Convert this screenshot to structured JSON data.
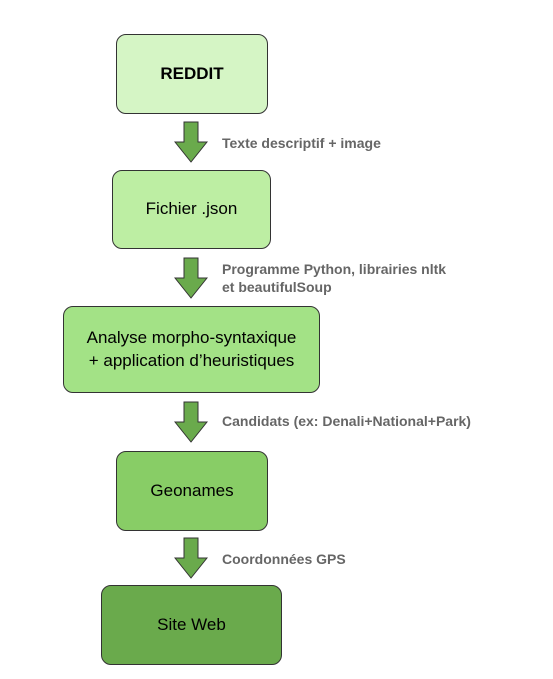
{
  "nodes": [
    {
      "id": "reddit",
      "label": "REDDIT",
      "fill": "#d5f5c5",
      "bold": true
    },
    {
      "id": "json",
      "label": "Fichier .json",
      "fill": "#bdeea3"
    },
    {
      "id": "analyse",
      "lines": [
        "Analyse morpho-syntaxique",
        "+ application d’heuristiques"
      ],
      "fill": "#a3e286"
    },
    {
      "id": "geonames",
      "label": "Geonames",
      "fill": "#88cd66"
    },
    {
      "id": "site",
      "label": "Site Web",
      "fill": "#6aaa4c"
    }
  ],
  "edges": [
    {
      "from": "reddit",
      "to": "json",
      "lines": [
        "Texte descriptif + image"
      ]
    },
    {
      "from": "json",
      "to": "analyse",
      "lines": [
        "Programme Python, librairies nltk",
        "et beautifulSoup"
      ]
    },
    {
      "from": "analyse",
      "to": "geonames",
      "lines": [
        "Candidats (ex: Denali+National+Park)"
      ]
    },
    {
      "from": "geonames",
      "to": "site",
      "lines": [
        "Coordonnées GPS"
      ]
    }
  ],
  "colors": {
    "arrow_fill": "#6aaa4c",
    "arrow_stroke": "#333333",
    "border": "#333333",
    "label_text": "#666666"
  }
}
